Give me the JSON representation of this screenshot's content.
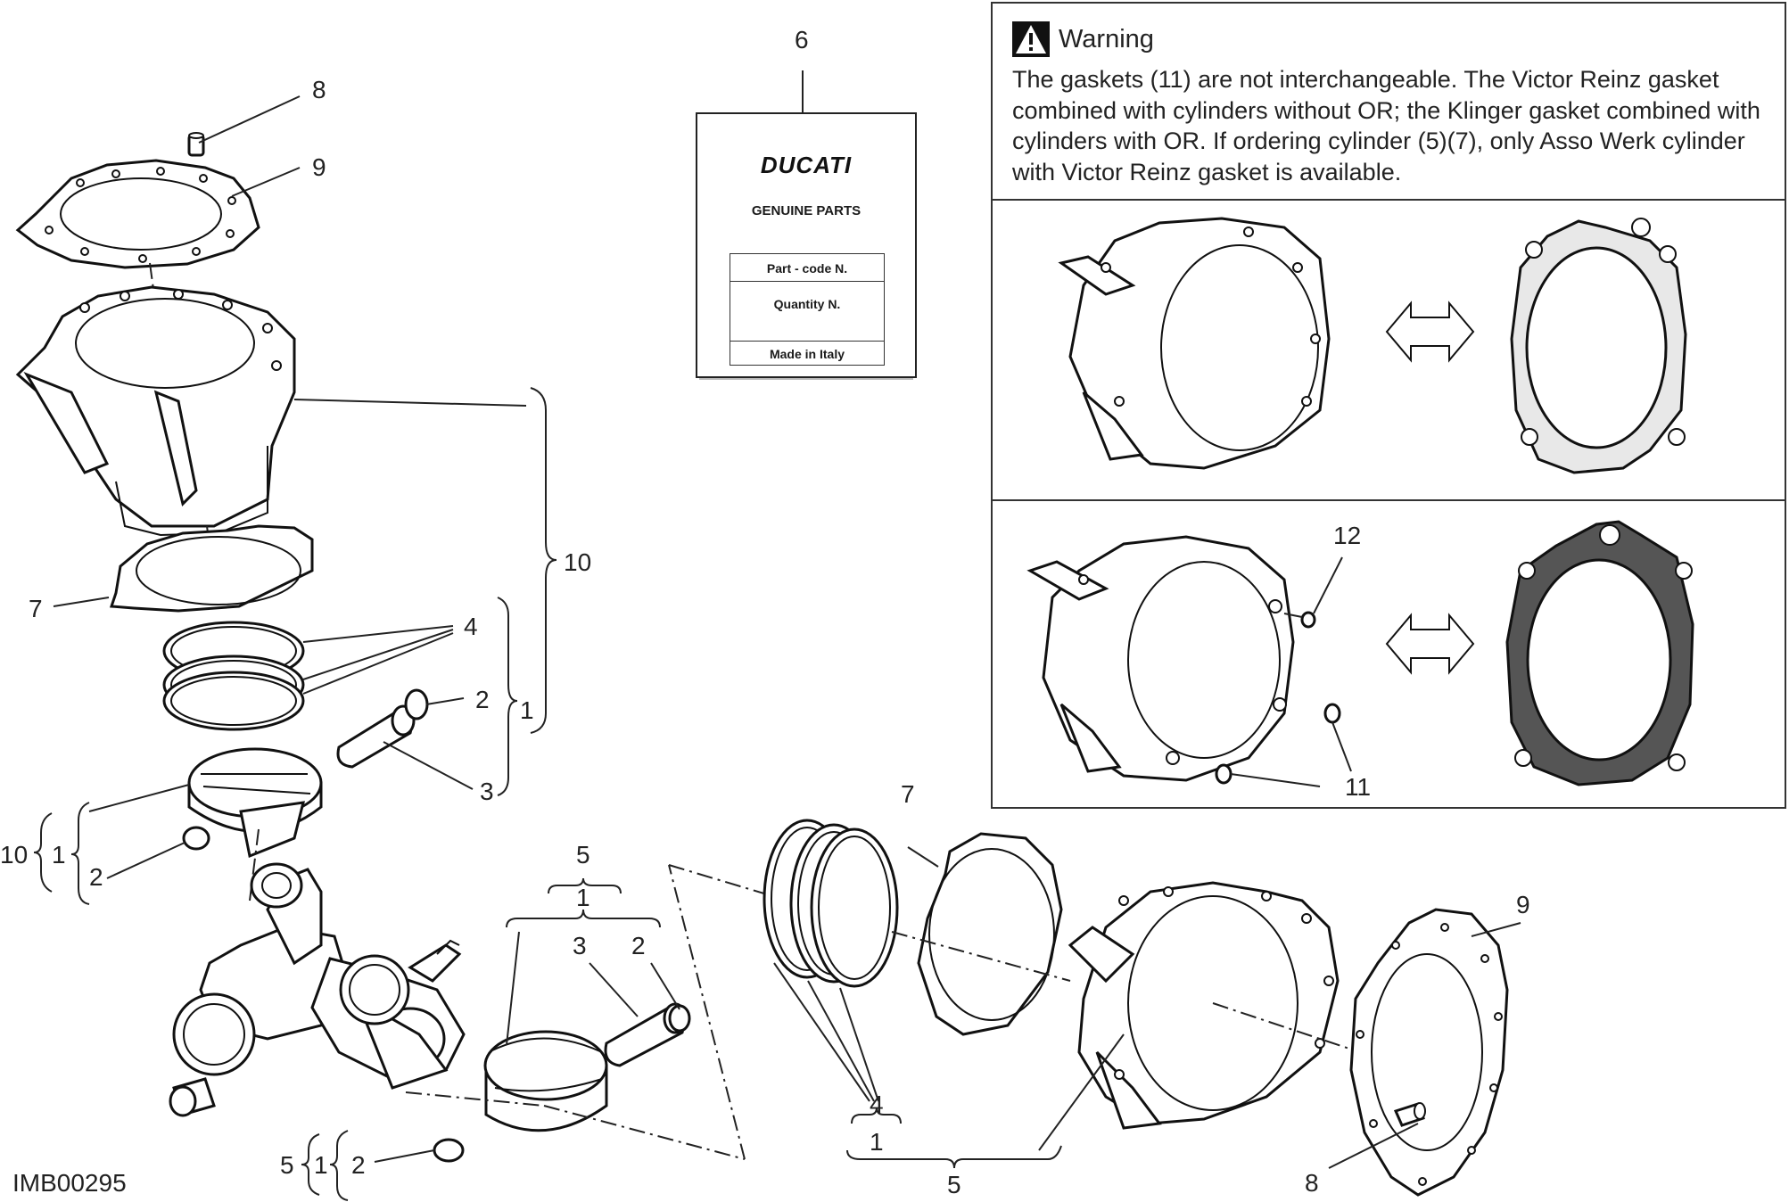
{
  "image_code": "IMB00295",
  "warning": {
    "title": "Warning",
    "text": "The gaskets (11) are not interchangeable. The Victor Reinz gasket combined with cylinders without OR; the Klinger gasket combined with cylinders with OR. If ordering cylinder (5)(7), only Asso Werk cylinder with Victor Reinz gasket is available.",
    "icon": "warning-triangle-icon"
  },
  "parts_label": {
    "brand": "DUCATI",
    "genuine": "GENUINE PARTS",
    "part_code": "Part - code N.",
    "quantity": "Quantity N.",
    "made_in": "Made in Italy"
  },
  "callouts": {
    "c6": "6",
    "c8_top": "8",
    "c9_top": "9",
    "c10_right": "10",
    "c7_left": "7",
    "c4_left": "4",
    "c2_left": "2",
    "c1_right": "1",
    "c3_left": "3",
    "c10_left": "10",
    "c1_left": "1",
    "c2_bottom_left": "2",
    "c5_mid": "5",
    "c1_mid": "1",
    "c3_mid": "3",
    "c2_mid": "2",
    "c5_bl": "5",
    "c1_bl": "1",
    "c2_bl": "2",
    "c7_right": "7",
    "c4_bottom": "4",
    "c1_bottom": "1",
    "c5_bottom": "5",
    "c9_right": "9",
    "c8_bottom": "8",
    "c12": "12",
    "c11": "11"
  }
}
